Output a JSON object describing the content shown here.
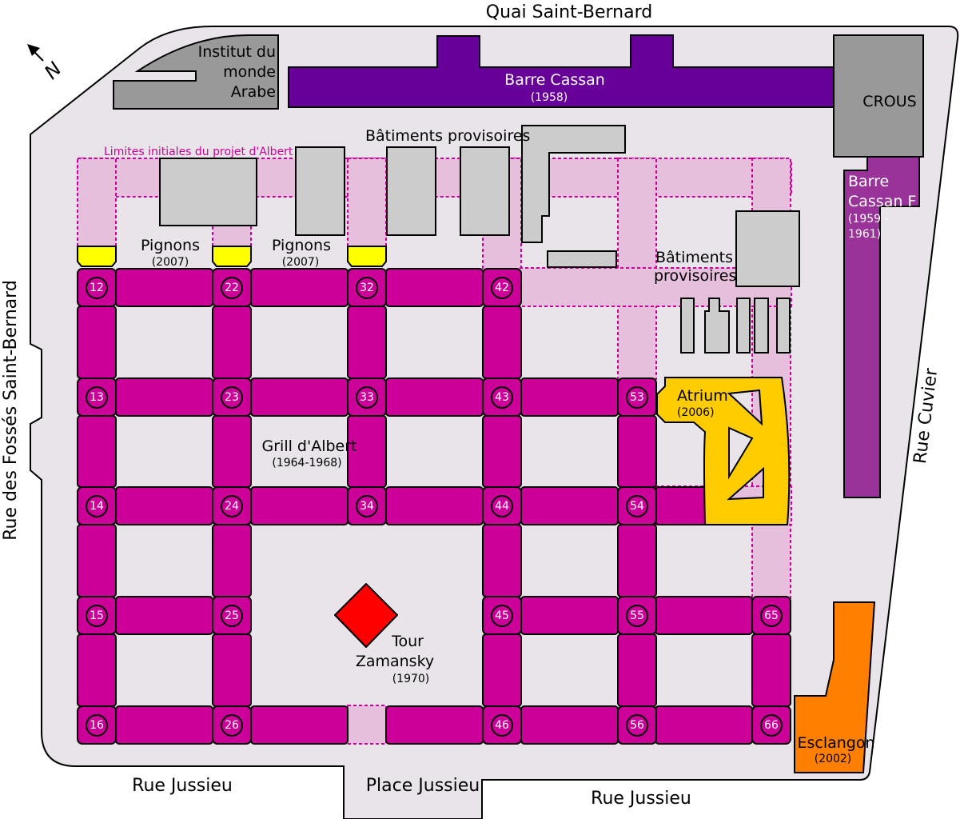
{
  "streets": {
    "north": "Quai Saint-Bernard",
    "west": "Rue des Fossés Saint-Bernard",
    "east": "Rue Cuvier",
    "south_left": "Rue Jussieu",
    "south_place": "Place Jussieu",
    "south_right": "Rue Jussieu"
  },
  "compass": {
    "label": "N"
  },
  "limits_label": "Limites initiales du projet d'Albert",
  "buildings": {
    "ima": {
      "line1": "Institut du",
      "line2": "monde",
      "line3": "Arabe"
    },
    "barre_cassan": {
      "name": "Barre Cassan",
      "year": "(1958)"
    },
    "crous": {
      "name": "CROUS"
    },
    "barre_cassan_f": {
      "line1": "Barre",
      "line2": "Cassan F",
      "year1": "(1959 -",
      "year2": "1961)"
    },
    "batiments_provisoires_top": {
      "name": "Bâtiments provisoires"
    },
    "batiments_provisoires_right": {
      "line1": "Bâtiments",
      "line2": "provisoires"
    },
    "pignons_1": {
      "name": "Pignons",
      "year": "(2007)"
    },
    "pignons_2": {
      "name": "Pignons",
      "year": "(2007)"
    },
    "atrium": {
      "name": "Atrium",
      "year": "(2006)"
    },
    "grill": {
      "name": "Grill d'Albert",
      "year": "(1964-1968)"
    },
    "tour": {
      "line1": "Tour",
      "line2": "Zamansky",
      "year": "(1970)"
    },
    "esclangon": {
      "name": "Esclangon",
      "year": "(2002)"
    }
  },
  "towers": [
    "12",
    "22",
    "32",
    "42",
    "13",
    "23",
    "33",
    "43",
    "53",
    "14",
    "24",
    "34",
    "44",
    "54",
    "15",
    "25",
    "45",
    "55",
    "65",
    "16",
    "26",
    "46",
    "56",
    "66"
  ],
  "colors": {
    "background": "#e9e4ea",
    "grill": "#cc0099",
    "ghost": "#e6bfdc",
    "pignons": "#ffff00",
    "atrium": "#ffcc00",
    "barre_cassan": "#660099",
    "barre_cassan_f": "#993399",
    "esclangon": "#ff8000",
    "tour_zamansky": "#ff0000",
    "provisoires": "#cccccc",
    "existing": "#999999"
  }
}
